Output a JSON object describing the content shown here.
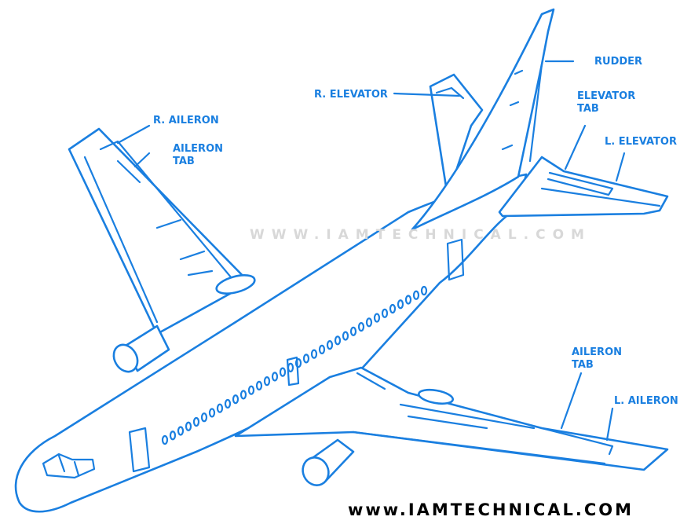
{
  "labels": {
    "r_aileron": "R. AILERON",
    "r_aileron_tab_1": "AILERON",
    "r_aileron_tab_2": "TAB",
    "r_elevator": "R. ELEVATOR",
    "rudder": "RUDDER",
    "elevator_tab_1": "ELEVATOR",
    "elevator_tab_2": "TAB",
    "l_elevator": "L. ELEVATOR",
    "l_aileron_tab_1": "AILERON",
    "l_aileron_tab_2": "TAB",
    "l_aileron": "L. AILERON"
  },
  "watermark": "WWW.IAMTECHNICAL.COM",
  "footer": "www.IAMTECHNICAL.COM",
  "colors": {
    "line": "#1a7fe0"
  }
}
